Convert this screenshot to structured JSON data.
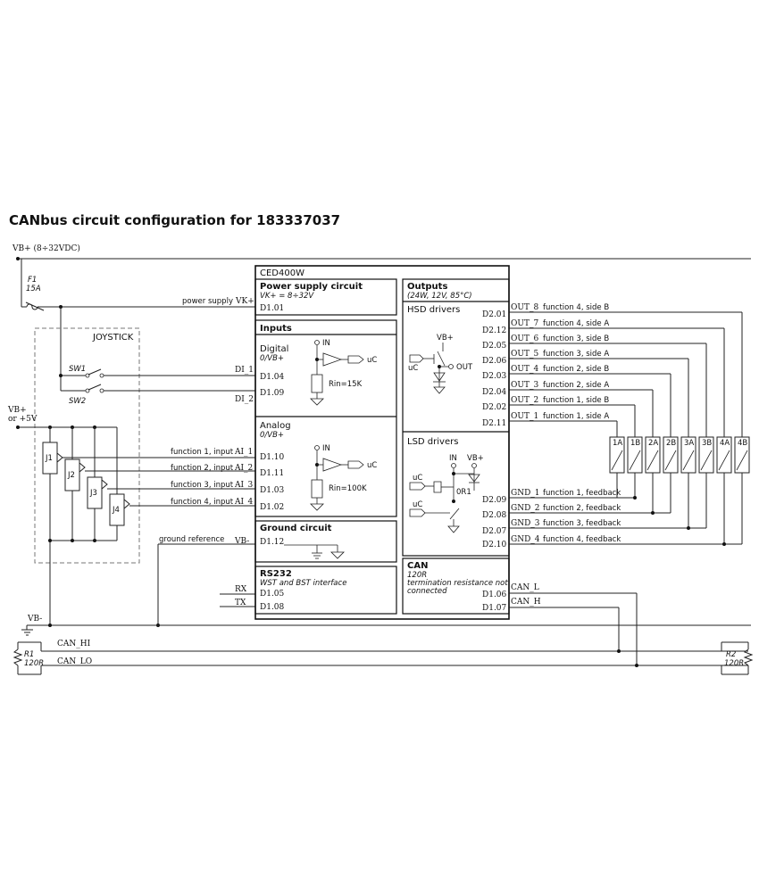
{
  "title": "CANbus circuit configuration for 183337037",
  "supply": {
    "vb_plus": "VB+ (8÷32VDC)",
    "vb_plus_5v_1": "VB+",
    "vb_plus_5v_2": "or +5V",
    "vb_minus": "VB-"
  },
  "fuse": {
    "name": "F1",
    "rating": "15A"
  },
  "joystick": {
    "label": "JOYSTICK",
    "sw1": "SW1",
    "sw2": "SW2",
    "j1": "J1",
    "j2": "J2",
    "j3": "J3",
    "j4": "J4"
  },
  "left_wires": {
    "power_supply": "power supply",
    "vk": "VK+",
    "di1": "DI_1",
    "di2": "DI_2",
    "f1": "function 1, input",
    "ai1": "AI_1",
    "f2": "function 2, input",
    "ai2": "AI_2",
    "f3": "function 3, input",
    "ai3": "AI_3",
    "f4": "function 4, input",
    "ai4": "AI_4",
    "ground_reference": "ground reference",
    "vbm": "VB-",
    "rx": "RX",
    "tx": "TX"
  },
  "module": {
    "name": "CED400W",
    "power": {
      "title": "Power supply circuit",
      "sub": "VK+ = 8÷32V",
      "pin": "D1.01"
    },
    "inputs": {
      "title": "Inputs",
      "digital": "Digital",
      "digital_range": "0/VB+",
      "in": "IN",
      "uc": "uC",
      "rin": "Rin=15K",
      "d_pins": [
        "D1.04",
        "D1.09"
      ],
      "analog": "Analog",
      "analog_range": "0/VB+",
      "a_in": "IN",
      "a_uc": "uC",
      "a_rin": "Rin=100K",
      "a_pins": [
        "D1.10",
        "D1.11",
        "D1.03",
        "D1.02"
      ]
    },
    "ground": {
      "title": "Ground circuit",
      "pin": "D1.12"
    },
    "rs232": {
      "title": "RS232",
      "sub": "WST and BST interface",
      "pins": [
        "D1.05",
        "D1.08"
      ]
    },
    "outputs": {
      "title": "Outputs",
      "sub": "(24W, 12V, 85°C)",
      "hsd": "HSD drivers",
      "hsd_vb": "VB+",
      "hsd_uc": "uC",
      "hsd_out": "OUT",
      "hsd_pins": [
        "D2.01",
        "D2.12",
        "D2.05",
        "D2.06",
        "D2.03",
        "D2.04",
        "D2.02",
        "D2.11"
      ],
      "lsd": "LSD drivers",
      "lsd_in": "IN",
      "lsd_vb": "VB+",
      "lsd_uc1": "uC",
      "lsd_uc2": "uC",
      "lsd_r": "0R1",
      "lsd_pins": [
        "D2.09",
        "D2.08",
        "D2.07",
        "D2.10"
      ]
    },
    "can": {
      "title": "CAN",
      "l1": "120R",
      "l2": "termination resistance not",
      "l3": "connected",
      "pins": [
        "D1.06",
        "D1.07"
      ]
    }
  },
  "outputs_right": [
    {
      "sig": "OUT_8",
      "desc": "function 4, side B"
    },
    {
      "sig": "OUT_7",
      "desc": "function 4, side A"
    },
    {
      "sig": "OUT_6",
      "desc": "function 3, side B"
    },
    {
      "sig": "OUT_5",
      "desc": "function 3, side A"
    },
    {
      "sig": "OUT_4",
      "desc": "function 2, side B"
    },
    {
      "sig": "OUT_3",
      "desc": "function 2, side A"
    },
    {
      "sig": "OUT_2",
      "desc": "function 1, side B"
    },
    {
      "sig": "OUT_1",
      "desc": "function 1, side A"
    }
  ],
  "gnd_right": [
    {
      "sig": "GND_1",
      "desc": "function 1, feedback"
    },
    {
      "sig": "GND_2",
      "desc": "function 2, feedback"
    },
    {
      "sig": "GND_3",
      "desc": "function 3, feedback"
    },
    {
      "sig": "GND_4",
      "desc": "function 4, feedback"
    }
  ],
  "coils": [
    "1A",
    "1B",
    "2A",
    "2B",
    "3A",
    "3B",
    "4A",
    "4B"
  ],
  "can_bus": {
    "can_l": "CAN_L",
    "can_h": "CAN_H",
    "can_hi": "CAN_HI",
    "can_lo": "CAN_LO",
    "r1": "R1",
    "r1_val": "120R",
    "r2": "R2",
    "r2_val": "120R"
  }
}
